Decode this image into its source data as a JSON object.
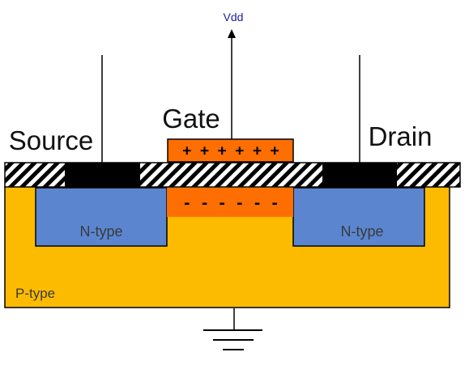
{
  "labels": {
    "vdd": "Vdd",
    "gate": "Gate",
    "source": "Source",
    "drain": "Drain",
    "n_type_left": "N-type",
    "n_type_right": "N-type",
    "p_type": "P-type"
  },
  "charges": {
    "gate_positive": "+ + + + + +",
    "channel_negative": "- - - - - -"
  },
  "colors": {
    "p_substrate": "#fdbb00",
    "n_well": "#5b86cf",
    "gate_orange": "#ff6e00",
    "contact": "#000000",
    "vdd_text": "#1a1aa6"
  },
  "icons": {
    "ground": "ground-symbol",
    "vdd_arrow": "arrow-up"
  }
}
